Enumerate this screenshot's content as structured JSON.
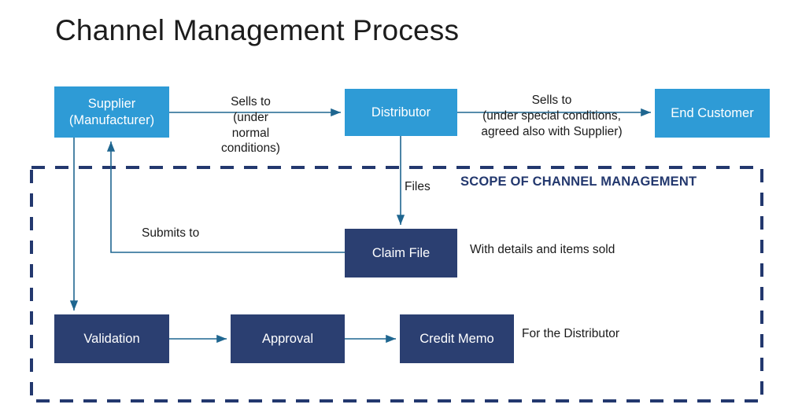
{
  "title": "Channel Management Process",
  "colors": {
    "light_blue": "#2E9BD6",
    "dark_navy": "#2B3F71",
    "scope_text": "#23386E",
    "connector": "#1F6690",
    "dashed_border": "#23386E",
    "background": "#FFFFFF"
  },
  "nodes": {
    "supplier": {
      "line1": "Supplier",
      "line2": "(Manufacturer)",
      "style": "light"
    },
    "distributor": {
      "label": "Distributor",
      "style": "light"
    },
    "end_customer": {
      "label": "End Customer",
      "style": "light"
    },
    "claim_file": {
      "label": "Claim File",
      "style": "dark"
    },
    "validation": {
      "label": "Validation",
      "style": "dark"
    },
    "approval": {
      "label": "Approval",
      "style": "dark"
    },
    "credit_memo": {
      "label": "Credit Memo",
      "style": "dark"
    }
  },
  "edge_labels": {
    "supplier_to_distributor": {
      "line1": "Sells to",
      "line2": "(under",
      "line3": "normal",
      "line4": "conditions)"
    },
    "distributor_to_customer": {
      "line1": "Sells to",
      "line2": "(under special conditions,",
      "line3": "agreed also with Supplier)"
    },
    "distributor_to_claim_file": "Files",
    "claim_file_to_supplier": "Submits to"
  },
  "annotations": {
    "claim_file_note": "With details and items sold",
    "credit_memo_note": "For the Distributor"
  },
  "scope": {
    "label": "SCOPE OF CHANNEL MANAGEMENT"
  },
  "flow": {
    "type": "process-diagram",
    "edges": [
      {
        "from": "supplier",
        "to": "distributor",
        "label": "Sells to (under normal conditions)"
      },
      {
        "from": "distributor",
        "to": "end_customer",
        "label": "Sells to (under special conditions, agreed also with Supplier)"
      },
      {
        "from": "distributor",
        "to": "claim_file",
        "label": "Files"
      },
      {
        "from": "claim_file",
        "to": "supplier",
        "label": "Submits to"
      },
      {
        "from": "supplier",
        "to": "validation",
        "label": ""
      },
      {
        "from": "validation",
        "to": "approval",
        "label": ""
      },
      {
        "from": "approval",
        "to": "credit_memo",
        "label": ""
      }
    ]
  }
}
